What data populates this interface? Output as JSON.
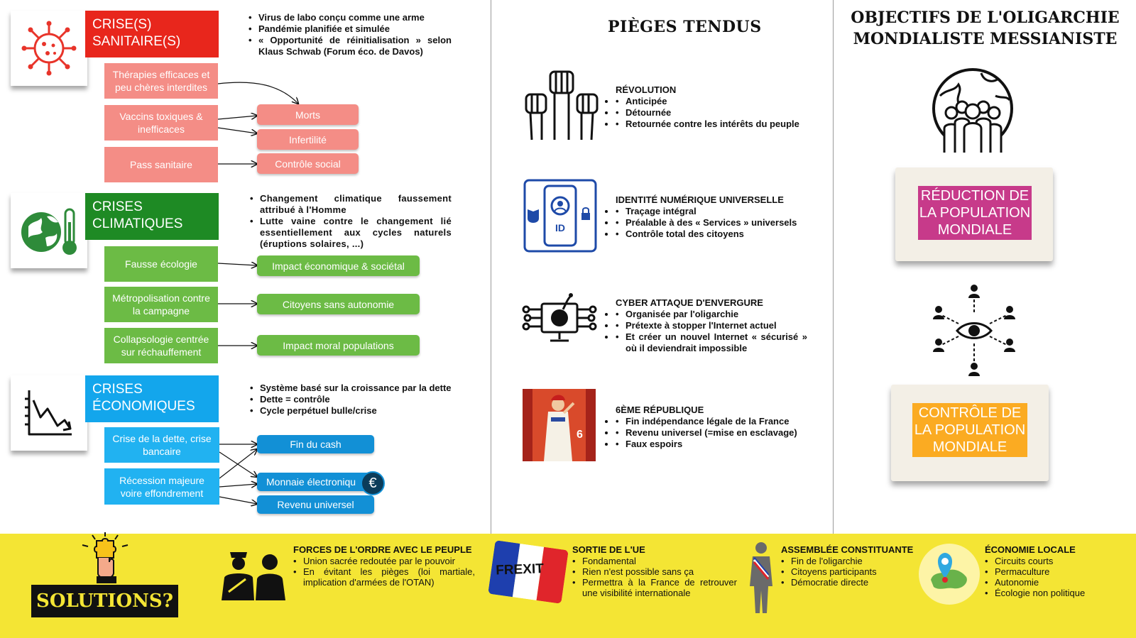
{
  "crises": {
    "sanitaire": {
      "title_line1": "CRISE(S)",
      "title_line2": "SANITAIRE(S)",
      "color": "#e8261c",
      "bullets": [
        "Virus de labo conçu comme une arme",
        "Pandémie planifiée et simulée",
        "« Opportunité de réinitialisation » selon Klaus Schwab (Forum éco. de Davos)"
      ],
      "causes": [
        "Thérapies efficaces et peu chères interdites",
        "Vaccins toxiques & inefficaces",
        "Pass sanitaire"
      ],
      "effects": [
        "Morts",
        "Infertilité",
        "Contrôle social"
      ],
      "cause_color": "#f48d86"
    },
    "climatique": {
      "title_line1": "CRISES",
      "title_line2": "CLIMATIQUES",
      "color": "#1e8a24",
      "bullets": [
        "Changement climatique faussement attribué à l'Homme",
        "Lutte vaine contre le changement lié essentiellement aux cycles naturels (éruptions solaires, ...)"
      ],
      "causes": [
        "Fausse écologie",
        "Métropolisation contre la campagne",
        "Collapsologie centrée sur réchauffement"
      ],
      "effects": [
        "Impact économique & sociétal",
        "Citoyens sans autonomie",
        "Impact moral populations"
      ],
      "cause_color": "#6cbb45"
    },
    "economique": {
      "title_line1": "CRISES",
      "title_line2": "ÉCONOMIQUES",
      "color": "#13a6ec",
      "bullets": [
        "Système basé sur la croissance par la dette",
        "Dette = contrôle",
        "Cycle perpétuel bulle/crise"
      ],
      "causes": [
        "Crise de la dette, crise bancaire",
        "Récession majeure voire effondrement"
      ],
      "effects": [
        "Fin du cash",
        "Monnaie électroniqu",
        "Revenu universel"
      ],
      "euro_symbol": "€",
      "cause_color": "#21b2f1"
    }
  },
  "traps": {
    "title": "PIÈGES TENDUS",
    "items": [
      {
        "heading": "RÉVOLUTION",
        "bullets": [
          "Anticipée",
          "Détournée",
          "Retournée contre les intérêts du peuple"
        ],
        "icon": "raised-fists-icon"
      },
      {
        "heading": "IDENTITÉ NUMÉRIQUE UNIVERSELLE",
        "bullets": [
          "Traçage intégral",
          "Préalable à des « Services » universels",
          "Contrôle total des citoyens"
        ],
        "icon": "digital-id-icon",
        "id_text": "ID"
      },
      {
        "heading": "CYBER ATTAQUE D'ENVERGURE",
        "bullets": [
          "Organisée par l'oligarchie",
          "Prétexte à stopper l'Internet actuel",
          "Et créer un nouvel Internet « sécurisé » où il deviendrait impossible"
        ],
        "icon": "cyber-bomb-icon"
      },
      {
        "heading": "6ÈME RÉPUBLIQUE",
        "bullets": [
          "Fin indépendance légale de la France",
          "Revenu universel (=mise en esclavage)",
          "Faux espoirs"
        ],
        "icon": "republic-poster-icon",
        "poster_number": "6"
      }
    ]
  },
  "objectives": {
    "title_line1": "OBJECTIFS DE L'OLIGARCHIE",
    "title_line2": "MONDIALISTE MESSIANISTE",
    "items": [
      {
        "line1": "RÉDUCTION DE",
        "line2": "LA POPULATION",
        "line3": "MONDIALE",
        "color": "#c73a8a"
      },
      {
        "line1": "CONTRÔLE DE",
        "line2": "LA POPULATION",
        "line3": "MONDIALE",
        "color": "#fbab22"
      }
    ]
  },
  "solutions": {
    "label": "SOLUTIONS?",
    "band_color": "#f4e534",
    "items": [
      {
        "heading": "FORCES DE L'ORDRE AVEC LE PEUPLE",
        "bullets": [
          "Union sacrée redoutée par le pouvoir",
          "En évitant les pièges (loi martiale, implication d'armées de l'OTAN)"
        ],
        "icon": "police-and-citizen-icon"
      },
      {
        "heading": "SORTIE DE L'UE",
        "bullets": [
          "Fondamental",
          "Rien n'est possible sans ça",
          "Permettra à la France de retrouver une visibilité internationale"
        ],
        "icon": "frexit-flag-icon",
        "flag_text": "FREXIT"
      },
      {
        "heading": "ASSEMBLÉE CONSTITUANTE",
        "bullets": [
          "Fin de l'oligarchie",
          "Citoyens participants",
          "Démocratie directe"
        ],
        "icon": "crowd-silhouette-icon"
      },
      {
        "heading": "ÉCONOMIE LOCALE",
        "bullets": [
          "Circuits courts",
          "Permaculture",
          "Autonomie",
          "Écologie non politique"
        ],
        "icon": "local-map-pin-icon"
      }
    ]
  }
}
